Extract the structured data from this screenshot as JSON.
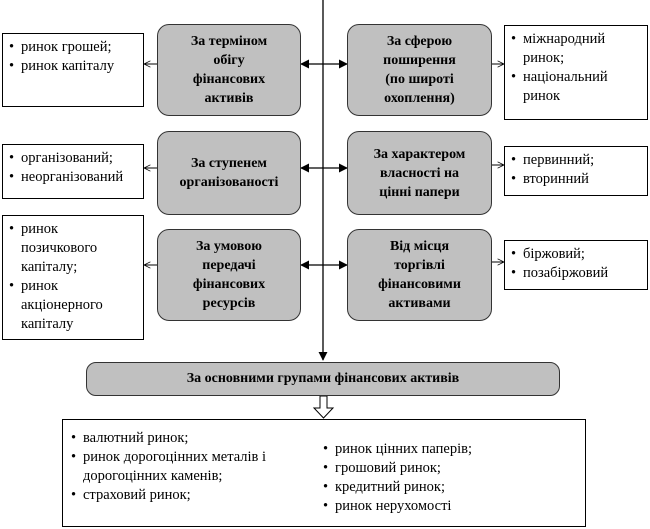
{
  "categories": [
    {
      "label": "За терміном\nобігу\nфінансових\nактивів",
      "items": [
        "ринок грошей;",
        "ринок капіталу"
      ]
    },
    {
      "label": "За сферою\nпоширення\n(по широті\nохоплення)",
      "items": [
        "міжнародний ринок;",
        "національний ринок"
      ]
    },
    {
      "label": "За ступенем\nорганізованості",
      "items": [
        "організований;",
        "неорганізований"
      ]
    },
    {
      "label": "За характером\nвласності на\nцінні папери",
      "items": [
        "первинний;",
        "вторинний"
      ]
    },
    {
      "label": "За умовою\nпередачі\nфінансових\nресурсів",
      "items": [
        "ринок позичкового капіталу;",
        "ринок акціонерного капіталу"
      ]
    },
    {
      "label": "Від місця\nторгівлі\nфінансовими\nактивами",
      "items": [
        "біржовий;",
        "позабіржовий"
      ]
    }
  ],
  "bottom": {
    "label": "За основними групами фінансових активів",
    "left_items": [
      "валютний ринок;",
      "ринок дорогоцінних металів і дорогоцінних каменів;",
      "страховий ринок;"
    ],
    "right_items": [
      "ринок цінних паперів;",
      "грошовий ринок;",
      "кредитний ринок;",
      "ринок нерухомості"
    ]
  }
}
